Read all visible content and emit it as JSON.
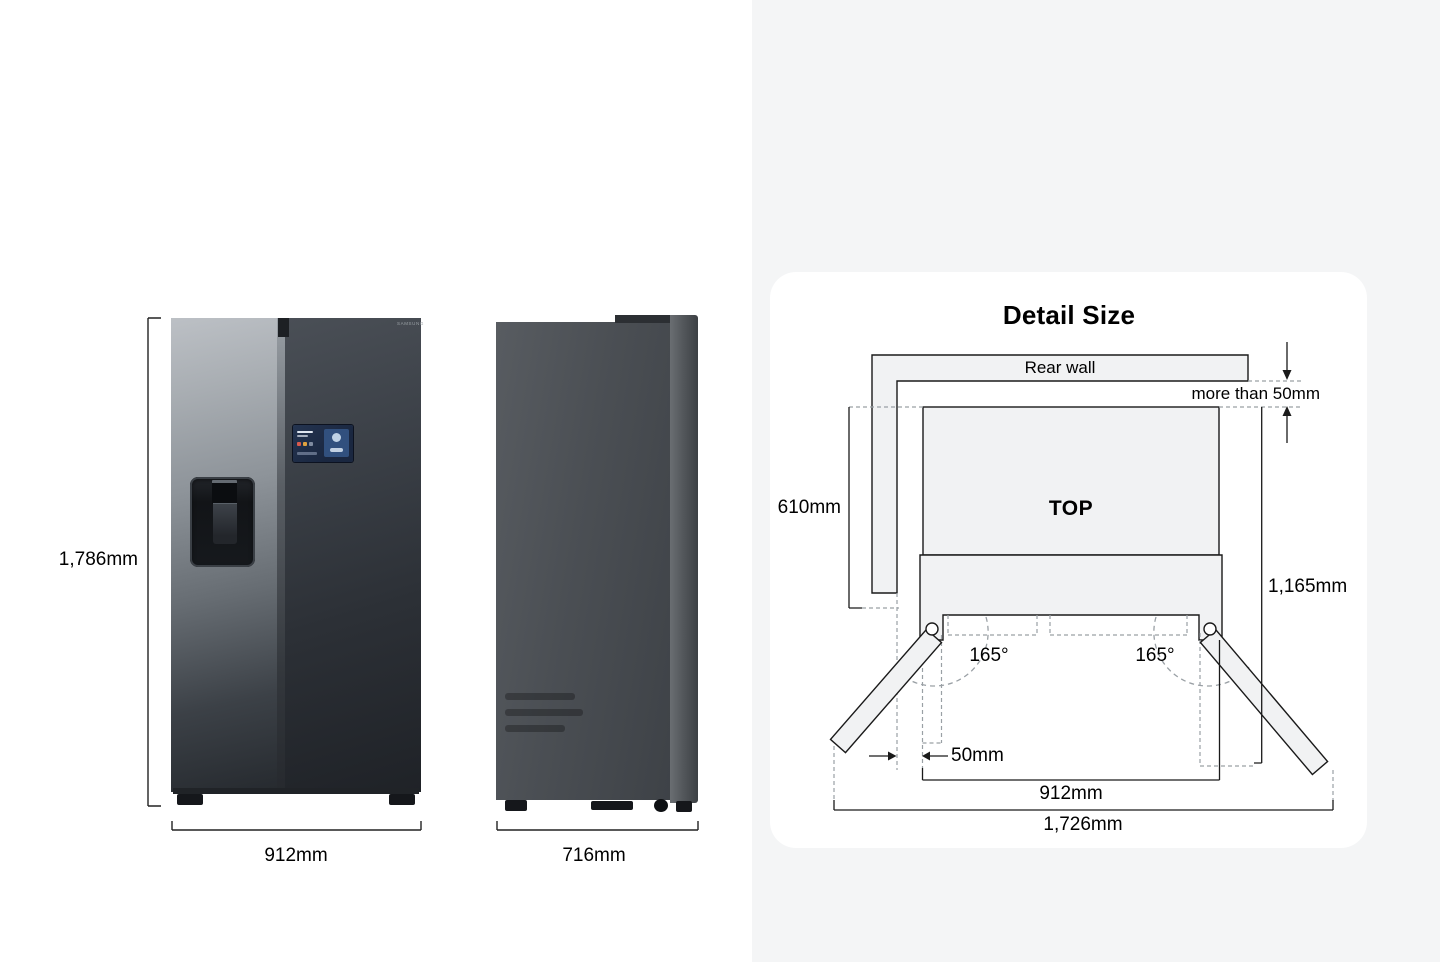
{
  "front_view": {
    "height_label": "1,786mm",
    "width_label": "912mm",
    "brand_logo": "SAMSUNG"
  },
  "side_view": {
    "depth_label": "716mm"
  },
  "detail_panel": {
    "title": "Detail Size",
    "rear_wall_label": "Rear wall",
    "rear_clearance_label": "more than 50mm",
    "body_depth_label": "610mm",
    "top_view_label": "TOP",
    "door_open_depth_label": "1,165mm",
    "left_door_angle_label": "165°",
    "right_door_angle_label": "165°",
    "side_clearance_label": "50mm",
    "body_width_label": "912mm",
    "doors_open_width_label": "1,726mm"
  },
  "colors": {
    "page_background": "#f4f5f6",
    "photo_background": "#ffffff",
    "panel_background": "#ffffff",
    "diagram_fill": "#f1f2f3",
    "diagram_line": "#1a1a1a",
    "dashed_line": "#9aa0a5",
    "text": "#000000"
  }
}
